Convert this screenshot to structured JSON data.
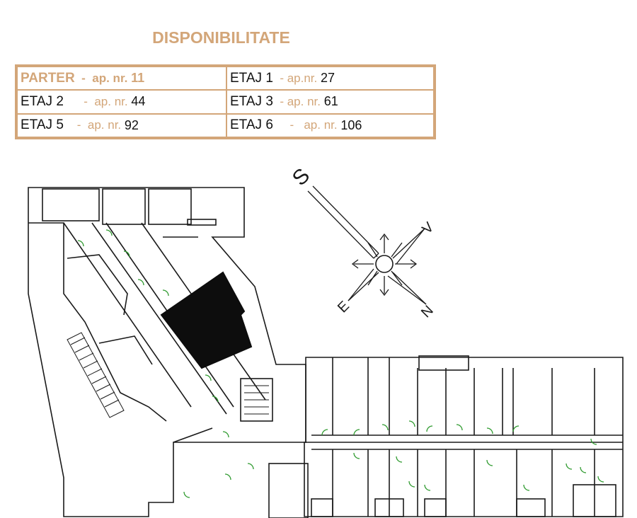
{
  "title": "DISPONIBILITATE",
  "colors": {
    "accent": "#d3a679",
    "wall": "#1a1a1a",
    "door": "#2e9a2e",
    "highlight": "#0d0d0d"
  },
  "availability": [
    {
      "floor": "PARTER",
      "sep": "  -  ap. nr. ",
      "num": "11"
    },
    {
      "floor": "ETAJ 1",
      "sep": "  - ap.nr. ",
      "num": "27"
    },
    {
      "floor": "ETAJ 2",
      "sep": "      -  ap. nr. ",
      "num": "44"
    },
    {
      "floor": "ETAJ 3",
      "sep": "  - ap. nr. ",
      "num": "61"
    },
    {
      "floor": "ETAJ 5",
      "sep": "    -  ap. nr. ",
      "num": "92"
    },
    {
      "floor": "ETAJ 6",
      "sep": "     -   ap. nr. ",
      "num": "106"
    }
  ],
  "compass": {
    "north": "N",
    "south": "S",
    "east": "E",
    "west": "V"
  }
}
